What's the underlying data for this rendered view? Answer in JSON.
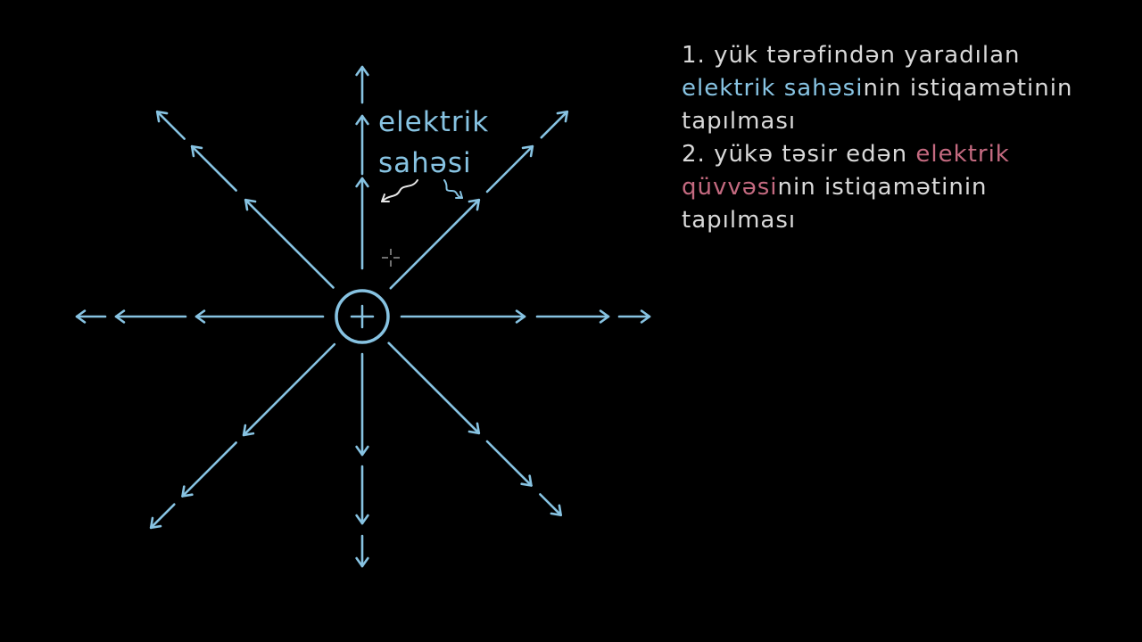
{
  "colors": {
    "background": "#000000",
    "field_line": "#87c3e2",
    "text": "#d9d9d9",
    "highlight_blue": "#87c3e2",
    "highlight_pink": "#c46a80"
  },
  "charge": {
    "sign": "+",
    "icon": "plus-icon"
  },
  "field_label": {
    "line1": "elektrik",
    "line2": "sahəsi"
  },
  "notes": {
    "item1": {
      "part1": "1. yük tərəfindən yaradılan",
      "part2_highlight": "elektrik sahəsi",
      "part3": "nin istiqamətinin",
      "part4": "tapılması"
    },
    "item2": {
      "part1": "2. yükə təsir edən ",
      "part2_highlight": "elektrik",
      "part3_highlight": "qüvvəsi",
      "part4": "nin istiqamətinin",
      "part5": "tapılması"
    }
  }
}
